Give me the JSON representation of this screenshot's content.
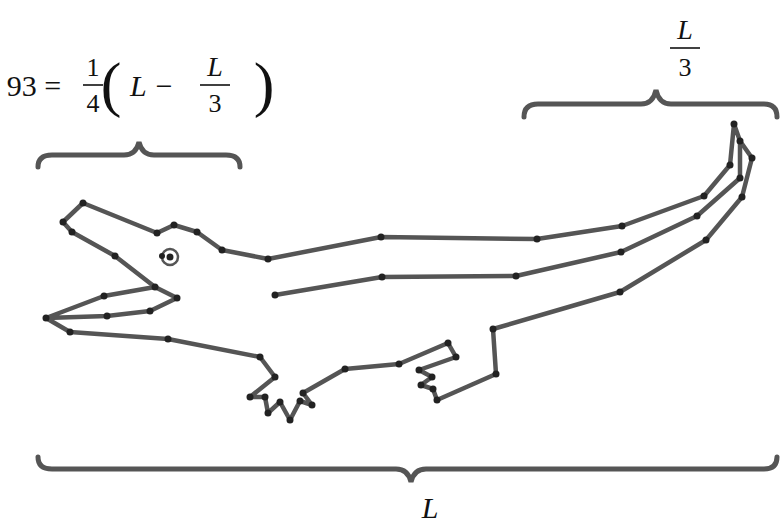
{
  "diagram": {
    "labels": [
      "93 =",
      "1",
      "4",
      "(",
      "L −",
      "L",
      "3",
      ")",
      "L",
      "3",
      "L"
    ]
  }
}
